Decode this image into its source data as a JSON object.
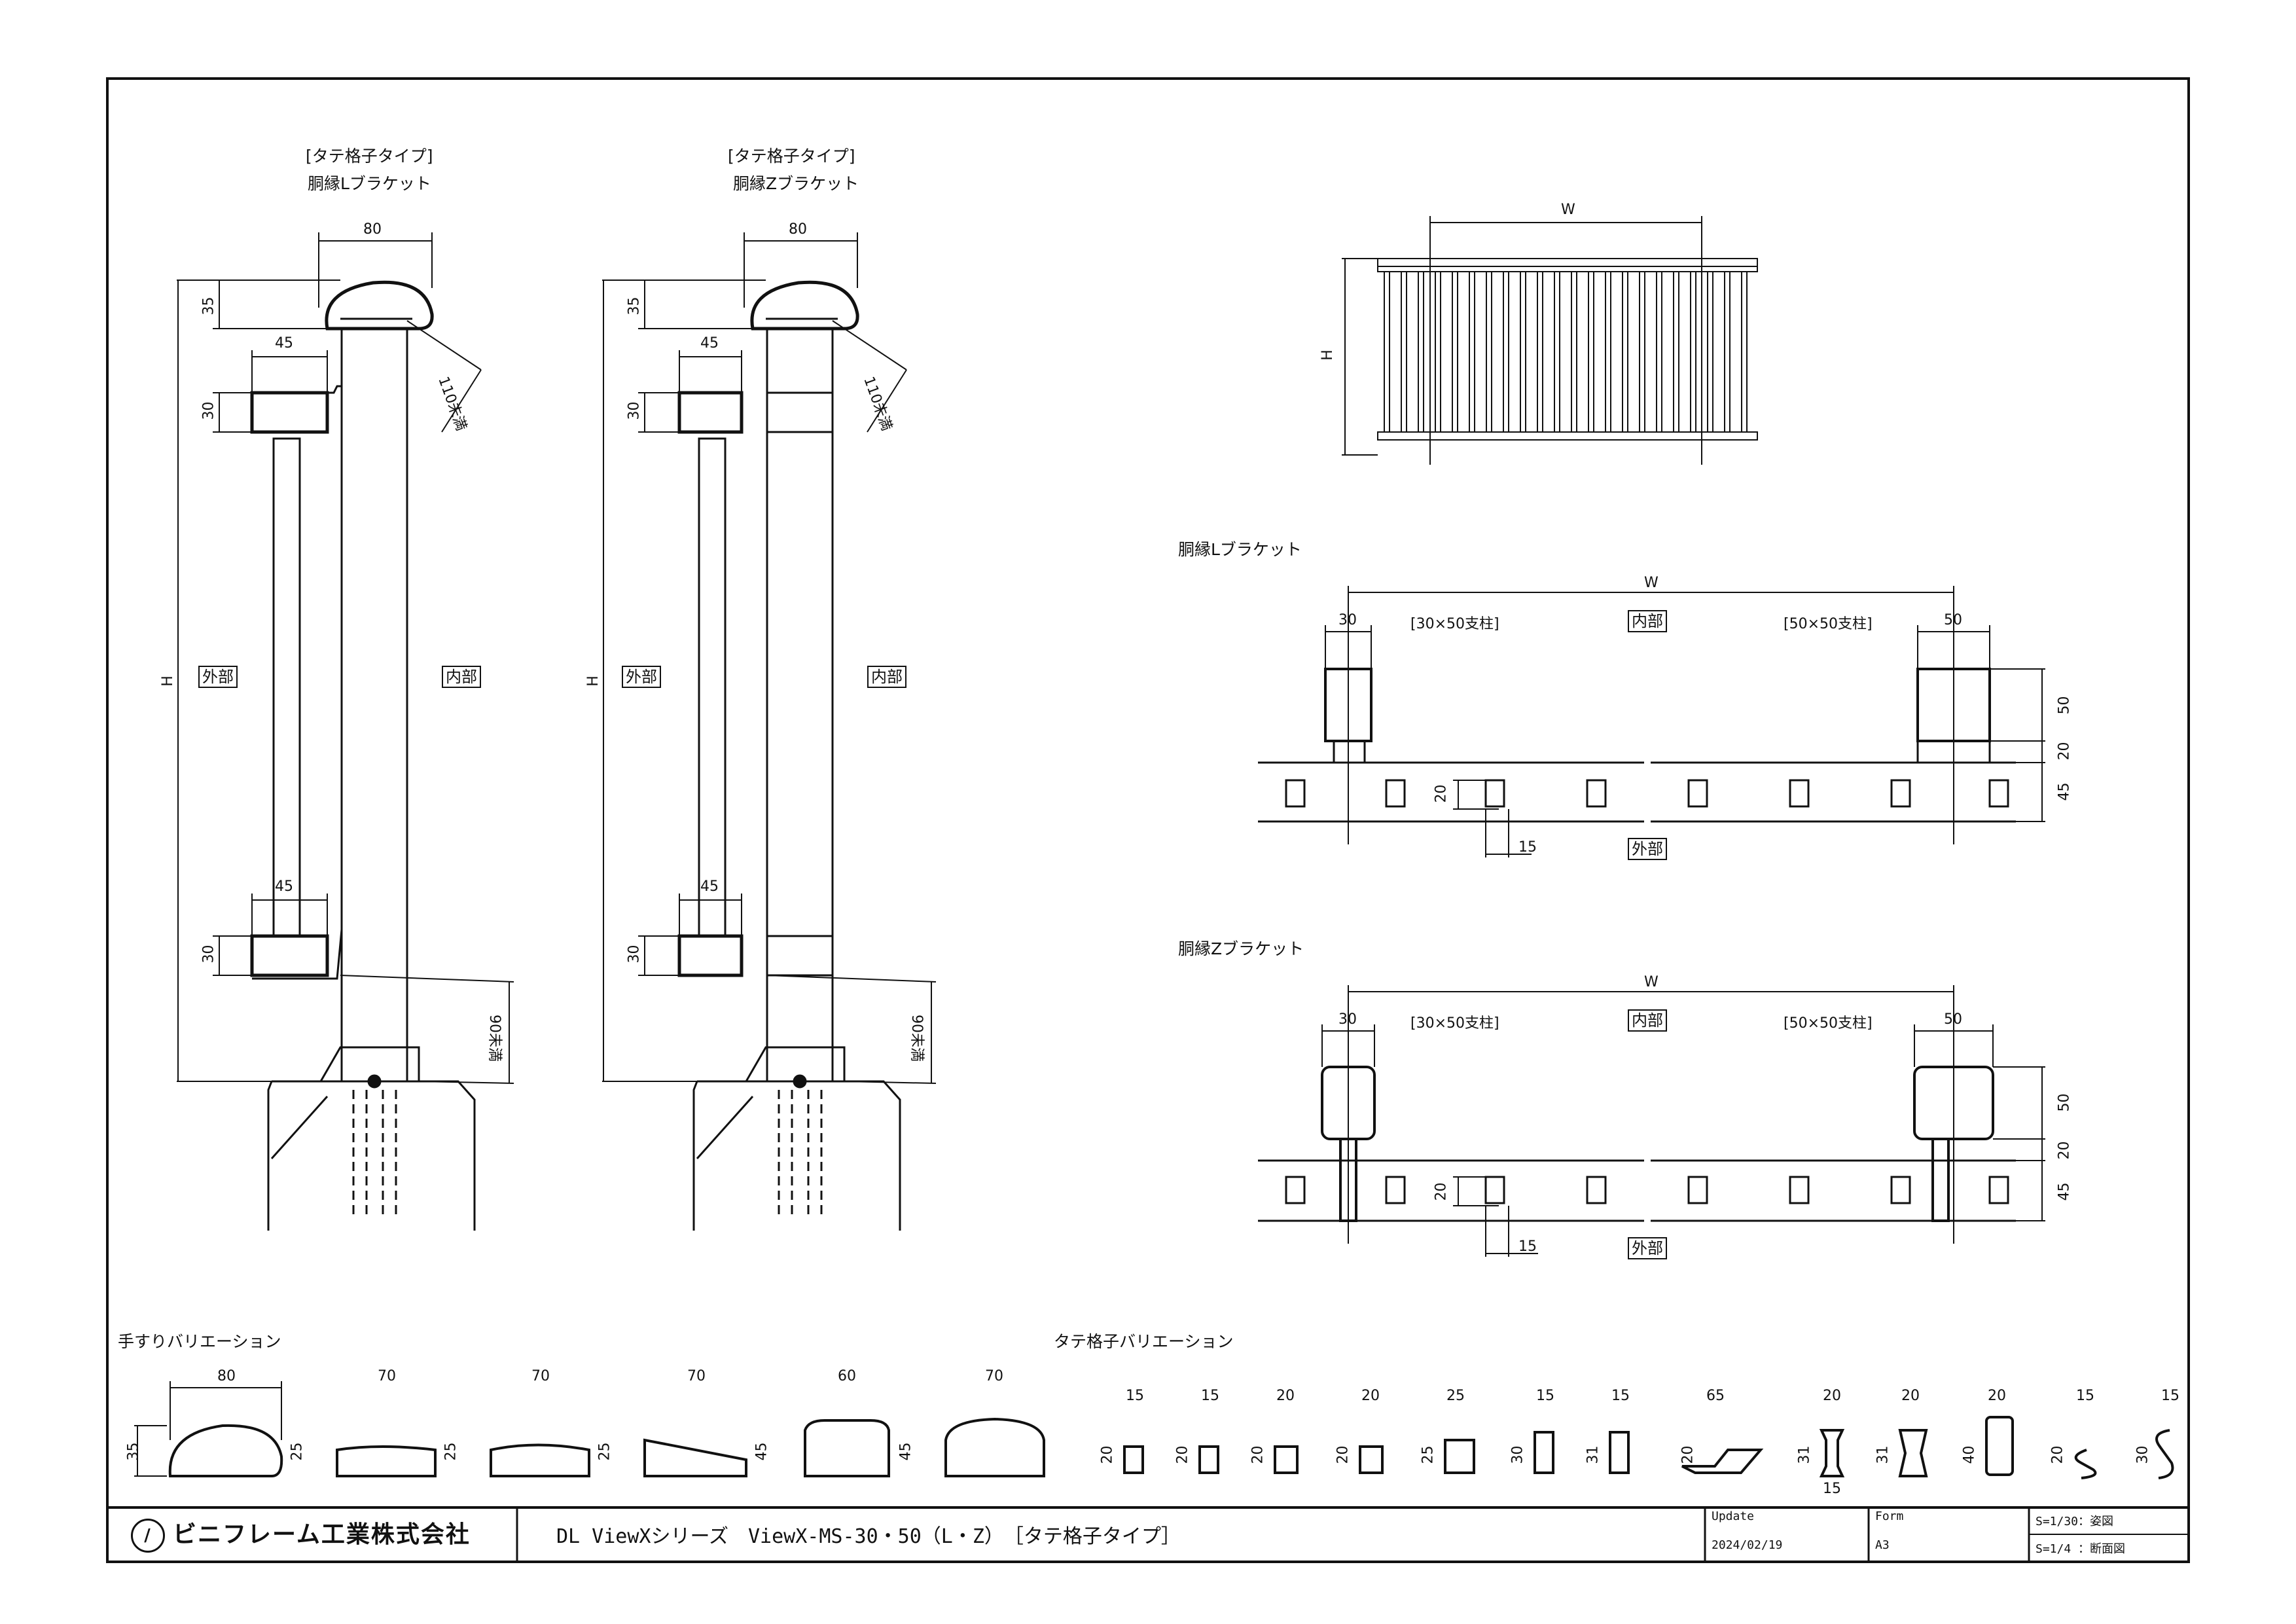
{
  "views": {
    "left": {
      "title_line1": "[タテ格子タイプ]",
      "title_line2": "胴縁Lブラケット"
    },
    "middle": {
      "title_line1": "[タテ格子タイプ]",
      "title_line2": "胴縁Zブラケット"
    }
  },
  "dims": {
    "v80": "80",
    "v35": "35",
    "v45": "45",
    "v30": "30",
    "vH": "H",
    "v110": "110未満",
    "v90": "90未満",
    "vW": "W",
    "v50": "50",
    "v20": "20",
    "v15": "15"
  },
  "labels": {
    "outside": "外部",
    "inside": "内部",
    "post30": "[30×50支柱]",
    "post50": "[50×50支柱]"
  },
  "sections": {
    "plan_L": "胴縁Lブラケット",
    "plan_Z": "胴縁Zブラケット",
    "handrail_var": "手すりバリエーション",
    "grid_var": "タテ格子バリエーション"
  },
  "handrail_variations": [
    "80",
    "70",
    "70",
    "70",
    "60",
    "70"
  ],
  "handrail_heights": [
    "35",
    "25",
    "25",
    "25",
    "45",
    "45"
  ],
  "grid_variations": [
    {
      "w": "15",
      "h": "20"
    },
    {
      "w": "15",
      "h": "20"
    },
    {
      "w": "20",
      "h": "20"
    },
    {
      "w": "20",
      "h": "20"
    },
    {
      "w": "25",
      "h": "25"
    },
    {
      "w": "15",
      "h": "30"
    },
    {
      "w": "15",
      "h": "31"
    },
    {
      "w": "65",
      "h": "20"
    },
    {
      "w": "20",
      "h": "31",
      "b": "15"
    },
    {
      "w": "20",
      "h": "31"
    },
    {
      "w": "20",
      "h": "40"
    },
    {
      "w": "15",
      "h": "20"
    },
    {
      "w": "15",
      "h": "30"
    }
  ],
  "title_block": {
    "company": "ビニフレーム工業株式会社",
    "product": "DL ViewXシリーズ　ViewX-MS-30・50（L・Z）　［タテ格子タイプ］",
    "update_label": "Update",
    "update_value": "2024/02/19",
    "form_label": "Form",
    "form_value": "A3",
    "scale1": "S=1/30：姿図",
    "scale2": "S=1/4 ：断面図"
  }
}
